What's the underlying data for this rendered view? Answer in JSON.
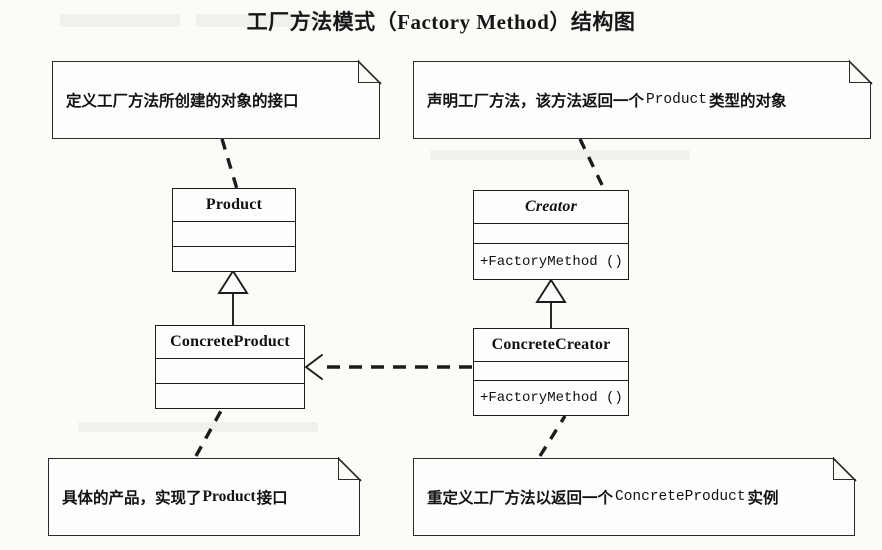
{
  "page": {
    "title": "工厂方法模式（Factory Method）结构图",
    "ink": "#1c1c1c",
    "paper": "#fbfbf8"
  },
  "notes": [
    {
      "id": "note-product",
      "text": "定义工厂方法所创建的对象的接口"
    },
    {
      "id": "note-creator",
      "text_before": "声明工厂方法，该方法返回一个",
      "text_mono": "Product",
      "text_after": "类型的对象",
      "full_text": "声明工厂方法，该方法返回一个 Product 类型的对象"
    },
    {
      "id": "note-concrete-product",
      "text_before": "具体的产品，实现了",
      "text_mono": "Product",
      "text_after": "接口",
      "full_text": "具体的产品，实现了Product 接口"
    },
    {
      "id": "note-concrete-creator",
      "text_before": "重定义工厂方法以返回一个",
      "text_mono": "ConcreteProduct",
      "text_after": "实例",
      "full_text": "重定义工厂方法以返回一个 ConcreteProduct 实例"
    }
  ],
  "classes": [
    {
      "id": "product",
      "name": "Product",
      "abstract": false,
      "attributes": [],
      "operations": []
    },
    {
      "id": "creator",
      "name": "Creator",
      "abstract": true,
      "attributes": [],
      "operations": [
        "+FactoryMethod ()"
      ]
    },
    {
      "id": "concrete-product",
      "name": "ConcreteProduct",
      "abstract": false,
      "attributes": [],
      "operations": []
    },
    {
      "id": "concrete-creator",
      "name": "ConcreteCreator",
      "abstract": false,
      "attributes": [],
      "operations": [
        "+FactoryMethod ()"
      ]
    }
  ],
  "relations": [
    {
      "id": "gen-product",
      "type": "generalization",
      "from": "ConcreteProduct",
      "to": "Product",
      "style": "solid",
      "arrow": "hollow-triangle"
    },
    {
      "id": "gen-creator",
      "type": "generalization",
      "from": "ConcreteCreator",
      "to": "Creator",
      "style": "solid",
      "arrow": "hollow-triangle"
    },
    {
      "id": "dep-creates",
      "type": "dependency",
      "from": "ConcreteCreator",
      "to": "ConcreteProduct",
      "style": "dashed",
      "arrow": "open"
    },
    {
      "id": "anchor-product",
      "type": "note-anchor",
      "from": "note-product",
      "to": "Product",
      "style": "dashed"
    },
    {
      "id": "anchor-creator",
      "type": "note-anchor",
      "from": "note-creator",
      "to": "Creator",
      "style": "dashed"
    },
    {
      "id": "anchor-concrete-product",
      "type": "note-anchor",
      "from": "note-concrete-product",
      "to": "ConcreteProduct",
      "style": "dashed"
    },
    {
      "id": "anchor-concrete-creator",
      "type": "note-anchor",
      "from": "note-concrete-creator",
      "to": "ConcreteCreator",
      "style": "dashed"
    }
  ]
}
